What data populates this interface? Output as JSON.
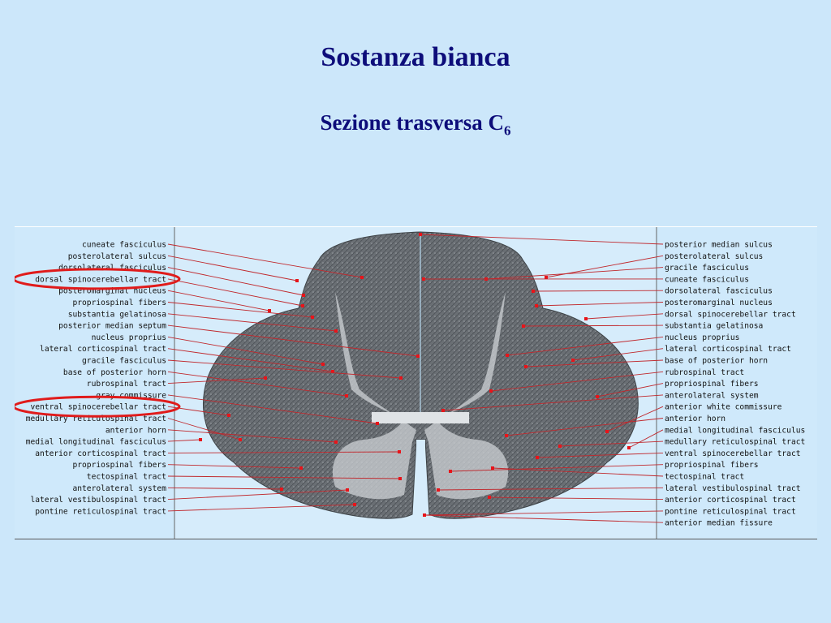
{
  "title": "Sostanza bianca",
  "subtitle": {
    "text": "Sezione trasversa C",
    "subscript": "6"
  },
  "left_labels": [
    "cuneate fasciculus",
    "posterolateral sulcus",
    "dorsolateral fasciculus",
    "dorsal spinocerebellar tract",
    "posteromarginal nucleus",
    "propriospinal fibers",
    "substantia gelatinosa",
    "posterior median septum",
    "nucleus proprius",
    "lateral corticospinal tract",
    "gracile fasciculus",
    "base of posterior horn",
    "rubrospinal tract",
    "gray commissure",
    "ventral spinocerebellar tract",
    "medullary reticulospinal tract",
    "anterior horn",
    "medial longitudinal fasciculus",
    "anterior corticospinal tract",
    "propriospinal fibers",
    "tectospinal tract",
    "anterolateral system",
    "lateral vestibulospinal tract",
    "pontine reticulospinal tract"
  ],
  "right_labels": [
    "posterior median sulcus",
    "posterolateral sulcus",
    "gracile fasciculus",
    "cuneate fasciculus",
    "dorsolateral fasciculus",
    "posteromarginal nucleus",
    "dorsal spinocerebellar tract",
    "substantia gelatinosa",
    "nucleus proprius",
    "lateral corticospinal tract",
    "base of posterior horn",
    "rubrospinal tract",
    "propriospinal fibers",
    "anterolateral system",
    "anterior white commissure",
    "anterior horn",
    "medial longitudinal fasciculus",
    "medullary reticulospinal tract",
    "ventral spinocerebellar tract",
    "propriospinal fibers",
    "tectospinal tract",
    "lateral vestibulospinal tract",
    "anterior corticospinal tract",
    "pontine reticulospinal tract",
    "anterior median fissure"
  ],
  "highlighted_labels": [
    "dorsal spinocerebellar tract",
    "ventral spinocerebellar tract"
  ],
  "colors": {
    "title": "#0d0d7a",
    "background": "#cce7fa",
    "leader_lines": "#c0282d",
    "marker": "#e8141a",
    "highlight_ring": "#e01b1b",
    "white_matter": "#6a6f74",
    "gray_matter": "#c9cdd1"
  }
}
